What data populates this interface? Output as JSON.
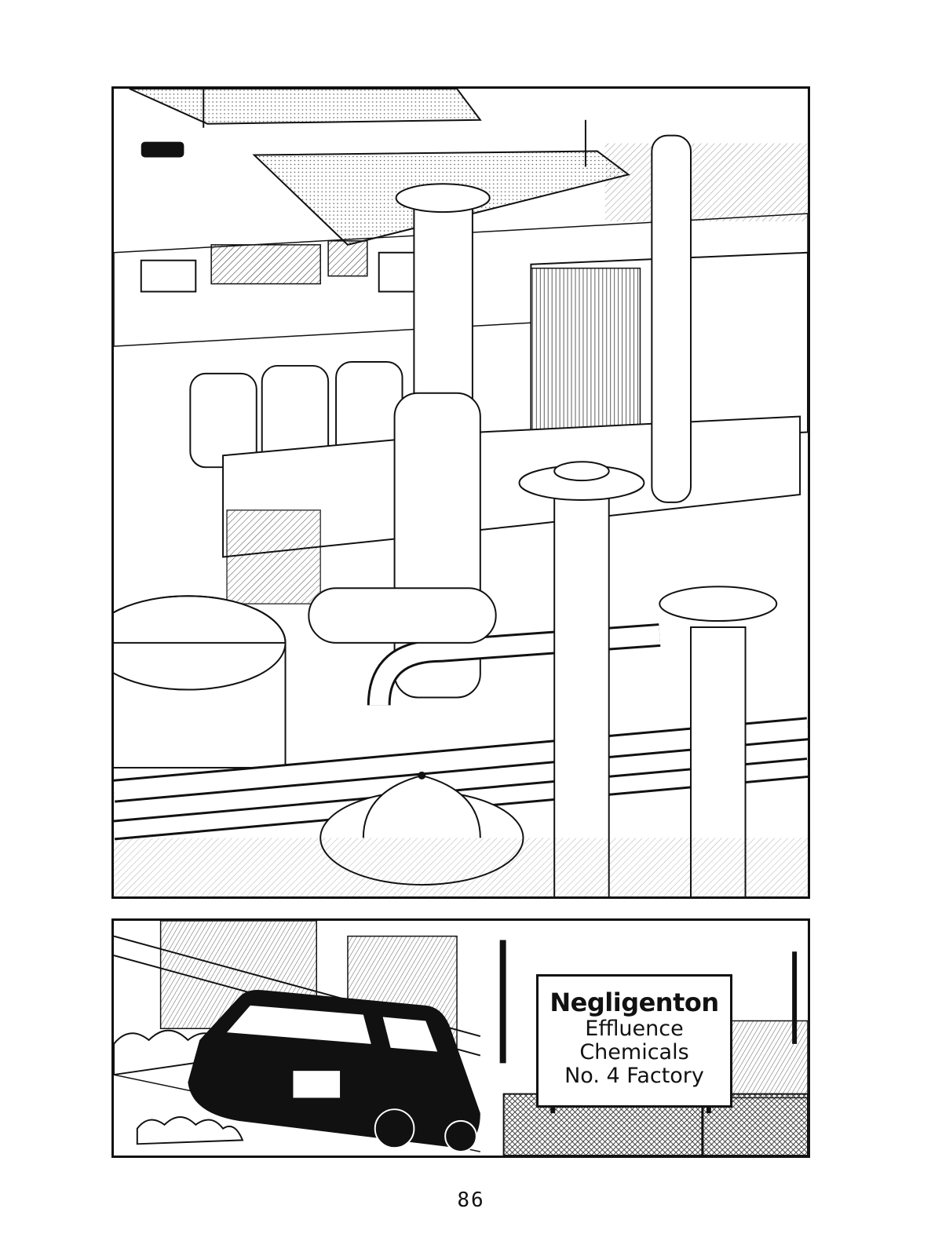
{
  "sign": {
    "title": "Negligenton",
    "lines": [
      "Effluence",
      "Chemicals",
      "No. 4 Factory"
    ]
  },
  "page_number": "86"
}
